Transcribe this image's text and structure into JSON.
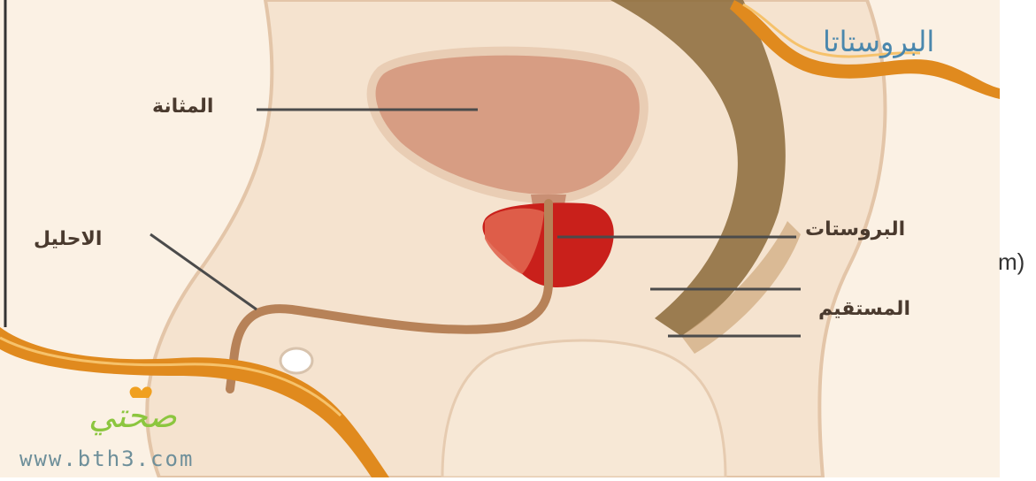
{
  "diagram": {
    "title": "البروستاتا",
    "labels": {
      "bladder": "المثانة",
      "prostate": "البروستات",
      "urethra": "الاحليل",
      "rectum": "المستقيم"
    },
    "watermark": {
      "logo": "صحتي",
      "url": "www.bth3.com"
    },
    "stray_text": "m)"
  },
  "colors": {
    "skin": "#f5e3cf",
    "outline": "#e3c5a8",
    "bladder": "#d79d83",
    "prostate": "#c9201b",
    "colon": "#8b6a3a",
    "ribbon": "#e08a1e",
    "leader_line": "#4b4b4b"
  }
}
